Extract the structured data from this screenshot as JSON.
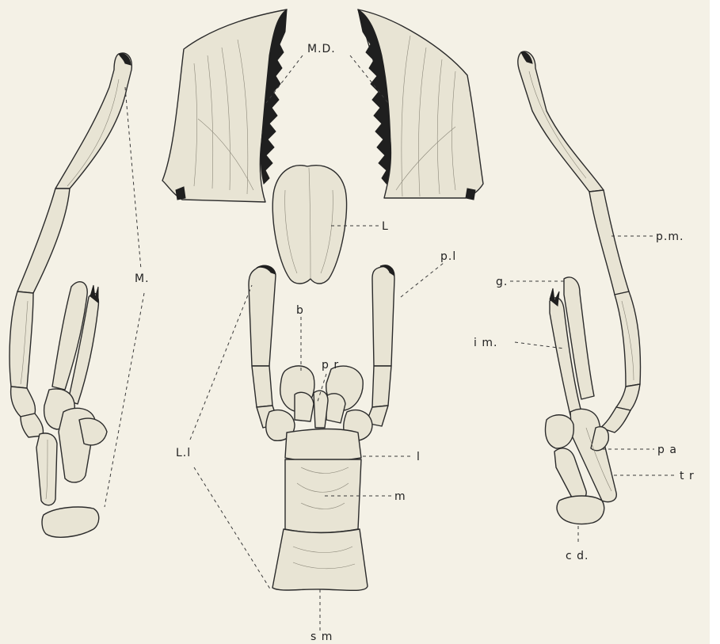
{
  "labels": {
    "mandibles": "M.D.",
    "labrum": "L",
    "maxilla": "M.",
    "maxillary_palp": "p.m.",
    "labial_palp": "p.l",
    "galea": "g.",
    "lacinia": "i m.",
    "labium": "L.l",
    "paraglossa": "b",
    "glossa": "p r",
    "palpiger": "p a",
    "ligula": "l",
    "mentum": "m",
    "stipes": "t r",
    "cardo": "c d.",
    "submentum": "s m"
  }
}
